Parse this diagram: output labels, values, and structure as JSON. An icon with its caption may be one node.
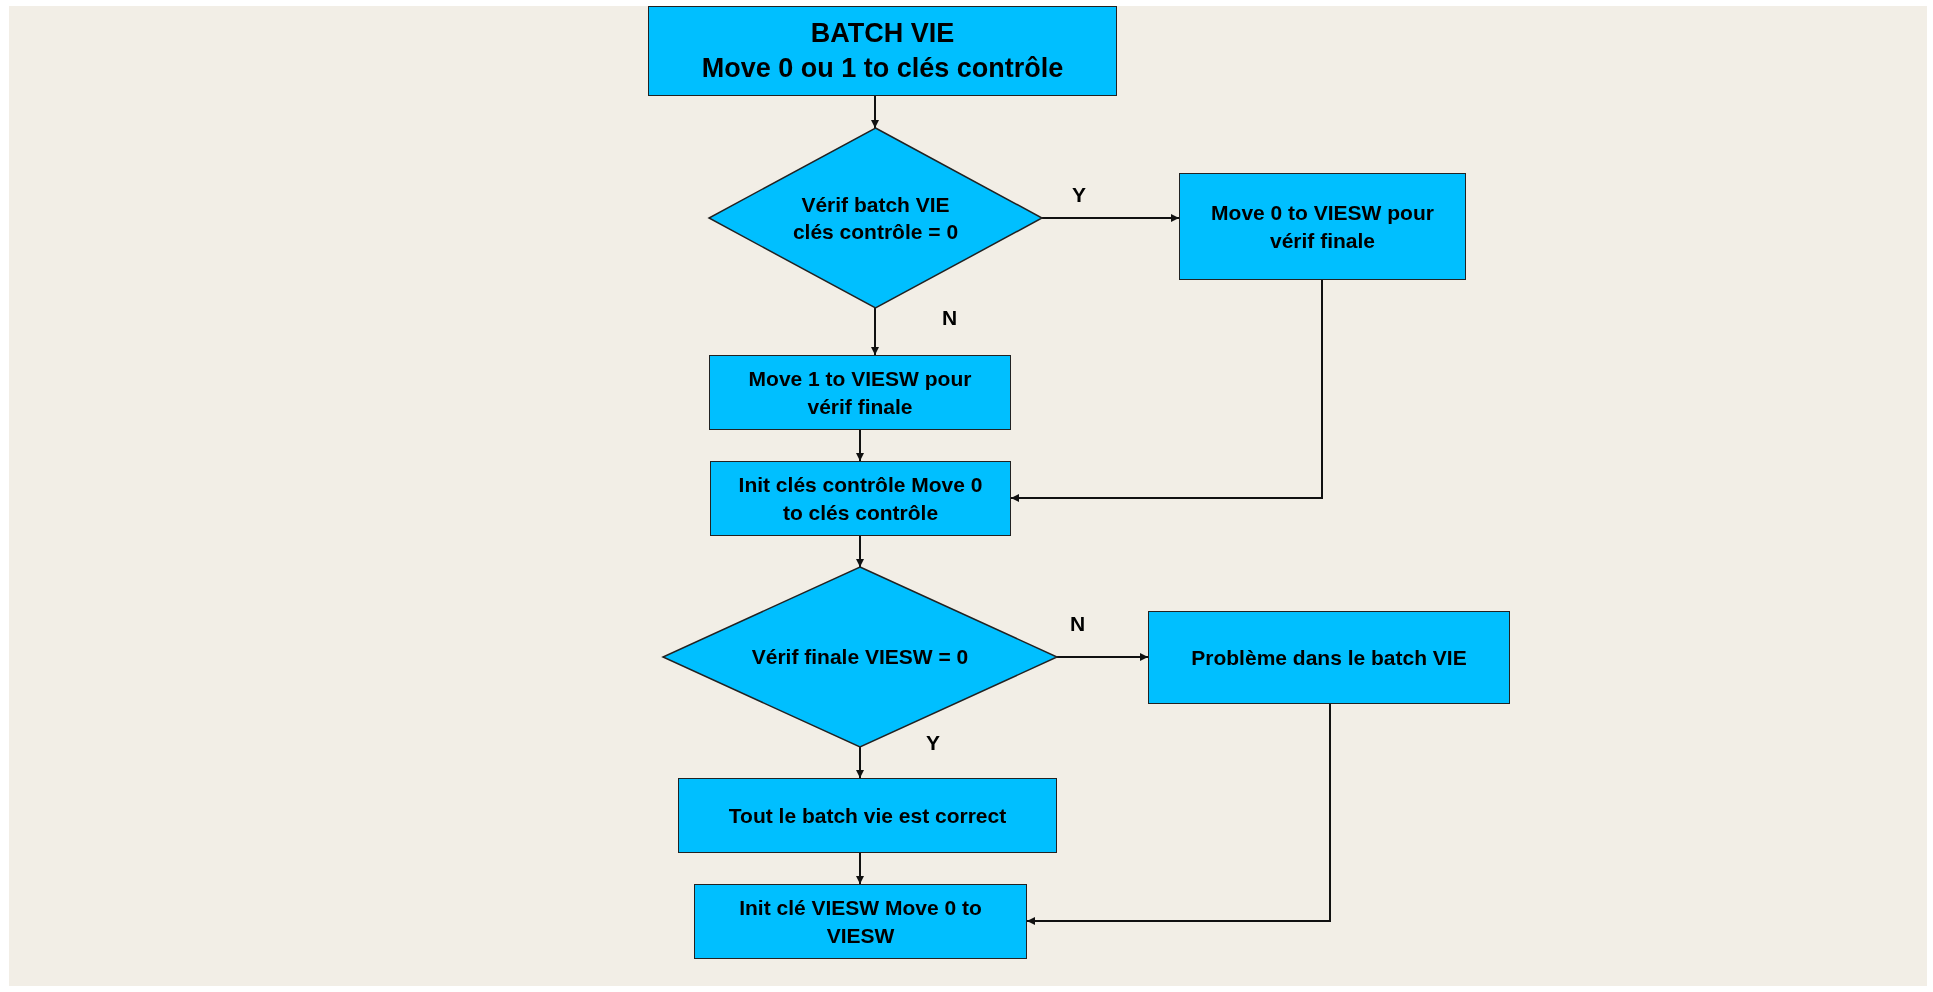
{
  "diagram": {
    "nodes": [
      {
        "text": [
          "BATCH VIE",
          "Move 0 ou 1 to clés contrôle"
        ]
      },
      {
        "text": [
          "Vérif batch VIE clés contrôle = 0"
        ]
      },
      {
        "text": [
          "Move 0 to VIESW pour vérif finale"
        ]
      },
      {
        "text": [
          "Move 1 to VIESW pour vérif finale"
        ]
      },
      {
        "text": [
          "Init clés contrôle Move 0 to clés contrôle"
        ]
      },
      {
        "text": [
          "Vérif finale VIESW = 0"
        ]
      },
      {
        "text": [
          "Problème dans le batch VIE"
        ]
      },
      {
        "text": [
          "Tout le batch vie est correct"
        ]
      },
      {
        "text": [
          "Init clé VIESW Move 0 to VIESW"
        ]
      }
    ],
    "edges": [
      {
        "from": 0,
        "to": 1,
        "arrow": "to"
      },
      {
        "from": 1,
        "to": 2,
        "arrow": "to",
        "label": "Y"
      },
      {
        "from": 1,
        "to": 3,
        "arrow": "to",
        "label": "N"
      },
      {
        "from": 3,
        "to": 4,
        "arrow": "to"
      },
      {
        "from": 2,
        "to": 4,
        "arrow": "to"
      },
      {
        "from": 4,
        "to": 5,
        "arrow": "to"
      },
      {
        "from": 5,
        "to": 6,
        "arrow": "to",
        "label": "N"
      },
      {
        "from": 5,
        "to": 7,
        "arrow": "to",
        "label": "Y"
      },
      {
        "from": 7,
        "to": 8,
        "arrow": "to"
      },
      {
        "from": 6,
        "to": 8,
        "arrow": "to"
      }
    ]
  }
}
